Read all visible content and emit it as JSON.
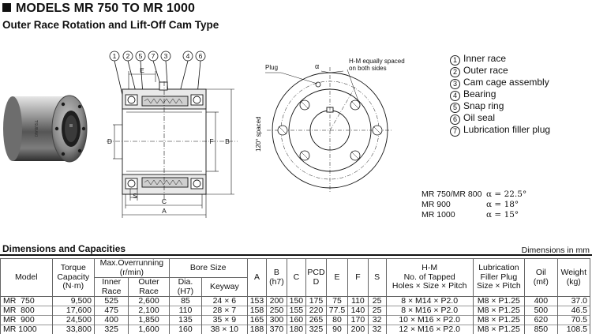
{
  "header": {
    "title": "MODELS MR 750 TO MR 1000",
    "subtitle": "Outer Race Rotation and Lift-Off Cam Type"
  },
  "drawing": {
    "balloons": [
      "1",
      "2",
      "5",
      "7",
      "3",
      "4",
      "6"
    ],
    "dims": {
      "e": "E",
      "d": "D",
      "f": "F",
      "b": "B",
      "s": "S",
      "c": "C",
      "a": "A"
    },
    "plug": "Plug",
    "alpha": "α",
    "hm_note": [
      "H-M equally spaced",
      "on both sides"
    ],
    "spacing": "120° spaced"
  },
  "legend": [
    {
      "num": "1",
      "label": "Inner race"
    },
    {
      "num": "2",
      "label": "Outer race"
    },
    {
      "num": "3",
      "label": "Cam cage assembly"
    },
    {
      "num": "4",
      "label": "Bearing"
    },
    {
      "num": "5",
      "label": "Snap ring"
    },
    {
      "num": "6",
      "label": "Oil seal"
    },
    {
      "num": "7",
      "label": "Lubrication filler plug"
    }
  ],
  "angles": [
    {
      "model": "MR 750/MR 800",
      "value": "α = 22.5°"
    },
    {
      "model": "MR 900",
      "value": "α = 18°"
    },
    {
      "model": "MR 1000",
      "value": "α = 15°"
    }
  ],
  "dimensions": {
    "title": "Dimensions and Capacities",
    "unit": "Dimensions in mm",
    "headers": {
      "model": "Model",
      "torque": [
        "Torque",
        "Capacity",
        "(N·m)"
      ],
      "overrun": [
        "Max.Overrunning",
        "(r/min)"
      ],
      "inner": [
        "Inner",
        "Race"
      ],
      "outer": [
        "Outer",
        "Race"
      ],
      "bore": "Bore Size",
      "dia": [
        "Dia.",
        "(H7)"
      ],
      "keyway": "Keyway",
      "a": "A",
      "b": [
        "B",
        "(h7)"
      ],
      "c": "C",
      "pcd": [
        "PCD",
        "D"
      ],
      "e": "E",
      "f": "F",
      "s": "S",
      "hm": [
        "H-M",
        "No. of Tapped",
        "Holes × Size × Pitch"
      ],
      "lub": [
        "Lubrication",
        "Filler Plug",
        "Size × Pitch"
      ],
      "oil": [
        "Oil",
        "(mℓ)"
      ],
      "weight": [
        "Weight",
        "(kg)"
      ]
    },
    "rows": [
      {
        "model": "MR  750",
        "torque": "9,500",
        "inner": "525",
        "outer": "2,600",
        "dia": "85",
        "keyway": "24 ×  6",
        "a": "153",
        "b": "200",
        "c": "150",
        "pcd": "175",
        "e": "75",
        "f": "110",
        "s": "25",
        "hm": "8 × M14 × P2.0",
        "lub": "M8 × P1.25",
        "oil": "400",
        "weight": "37.0"
      },
      {
        "model": "MR  800",
        "torque": "17,600",
        "inner": "475",
        "outer": "2,100",
        "dia": "110",
        "keyway": "28 ×  7",
        "a": "158",
        "b": "250",
        "c": "155",
        "pcd": "220",
        "e": "77.5",
        "f": "140",
        "s": "25",
        "hm": "8 × M16 × P2.0",
        "lub": "M8 × P1.25",
        "oil": "500",
        "weight": "46.5"
      },
      {
        "model": "MR  900",
        "torque": "24,500",
        "inner": "400",
        "outer": "1,850",
        "dia": "135",
        "keyway": "35 ×  9",
        "a": "165",
        "b": "300",
        "c": "160",
        "pcd": "265",
        "e": "80",
        "f": "170",
        "s": "32",
        "hm": "10 × M16 × P2.0",
        "lub": "M8 × P1.25",
        "oil": "620",
        "weight": "70.5"
      },
      {
        "model": "MR 1000",
        "torque": "33,800",
        "inner": "325",
        "outer": "1,600",
        "dia": "160",
        "keyway": "38 × 10",
        "a": "188",
        "b": "370",
        "c": "180",
        "pcd": "325",
        "e": "90",
        "f": "200",
        "s": "32",
        "hm": "12 × M16 × P2.0",
        "lub": "M8 × P1.25",
        "oil": "850",
        "weight": "108.5"
      }
    ]
  }
}
